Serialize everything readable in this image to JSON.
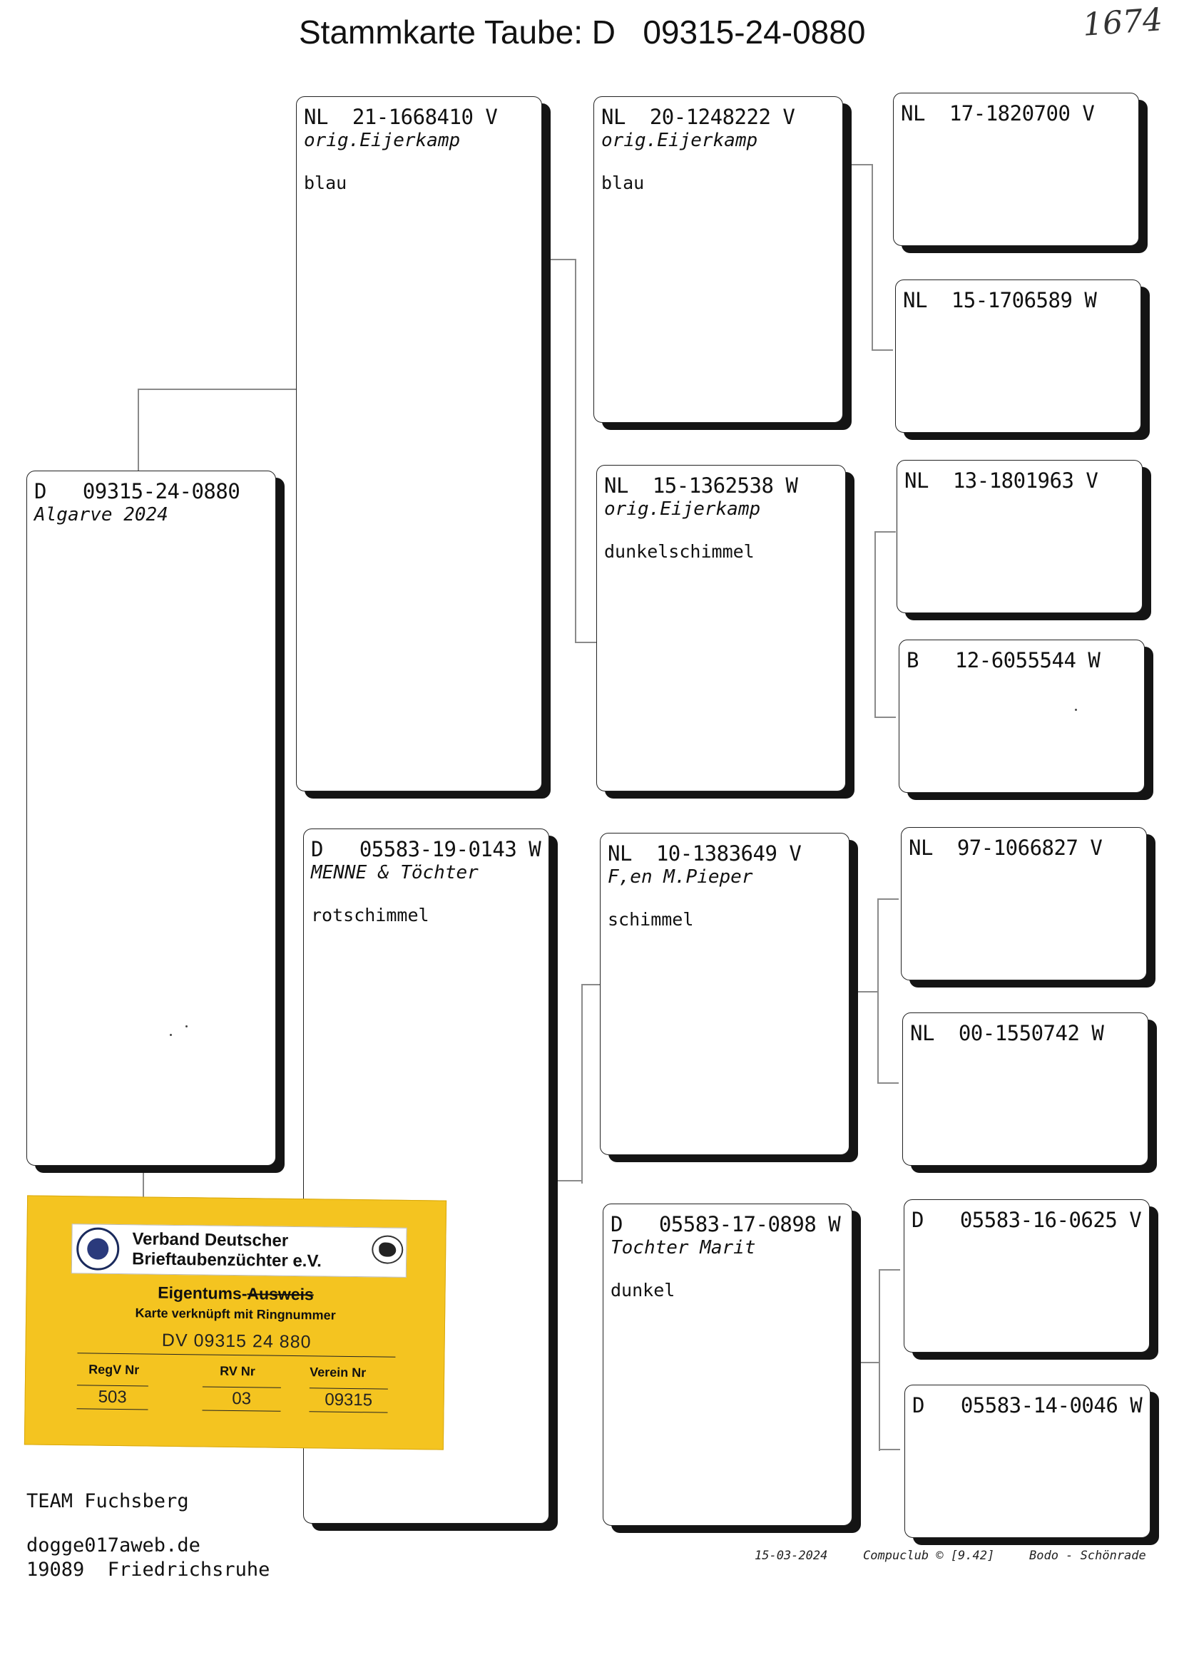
{
  "title": "Stammkarte Taube: D   09315-24-0880",
  "handnote": "1674",
  "pigeons": {
    "subject": {
      "ring": "D   09315-24-0880",
      "name": "Algarve 2024",
      "color": ""
    },
    "sire": {
      "ring": "NL  21-1668410 V",
      "name": "orig.Eijerkamp",
      "color": "blau"
    },
    "dam": {
      "ring": "D   05583-19-0143 W",
      "name": "MENNE & Töchter",
      "color": "rotschimmel"
    },
    "ss": {
      "ring": "NL  20-1248222 V",
      "name": "orig.Eijerkamp",
      "color": "blau"
    },
    "sd": {
      "ring": "NL  15-1362538 W",
      "name": "orig.Eijerkamp",
      "color": "dunkelschimmel"
    },
    "ds": {
      "ring": "NL  10-1383649 V",
      "name": "F,en M.Pieper",
      "color": "schimmel"
    },
    "dd": {
      "ring": "D   05583-17-0898 W",
      "name": "Tochter Marit",
      "color": "dunkel"
    },
    "sss": {
      "ring": "NL  17-1820700 V"
    },
    "ssd": {
      "ring": "NL  15-1706589 W"
    },
    "sds": {
      "ring": "NL  13-1801963 V"
    },
    "sdd": {
      "ring": "B   12-6055544 W"
    },
    "dss": {
      "ring": "NL  97-1066827 V"
    },
    "dsd": {
      "ring": "NL  00-1550742 W"
    },
    "dds": {
      "ring": "D   05583-16-0625 V"
    },
    "ddd": {
      "ring": "D   05583-14-0046 W"
    }
  },
  "sticker": {
    "org_line1": "Verband Deutscher",
    "org_line2": "Brieftaubenzüchter e.V.",
    "title_keep": "Eigentums-",
    "title_struck": "Ausweis",
    "subtitle": "Karte verknüpft mit Ringnummer",
    "ring": "DV 09315 24 880",
    "labels": {
      "regv": "RegV Nr",
      "rv": "RV Nr",
      "verein": "Verein Nr"
    },
    "values": {
      "regv": "503",
      "rv": "03",
      "verein": "09315"
    }
  },
  "owner": {
    "line1": "TEAM Fuchsberg",
    "line2": "19089  Friedrichsruhe"
  },
  "email": "dogge017aweb.de",
  "footer": {
    "date": "15-03-2024",
    "software": "Compuclub © [9.42]",
    "breeder": "Bodo - Schönrade"
  }
}
